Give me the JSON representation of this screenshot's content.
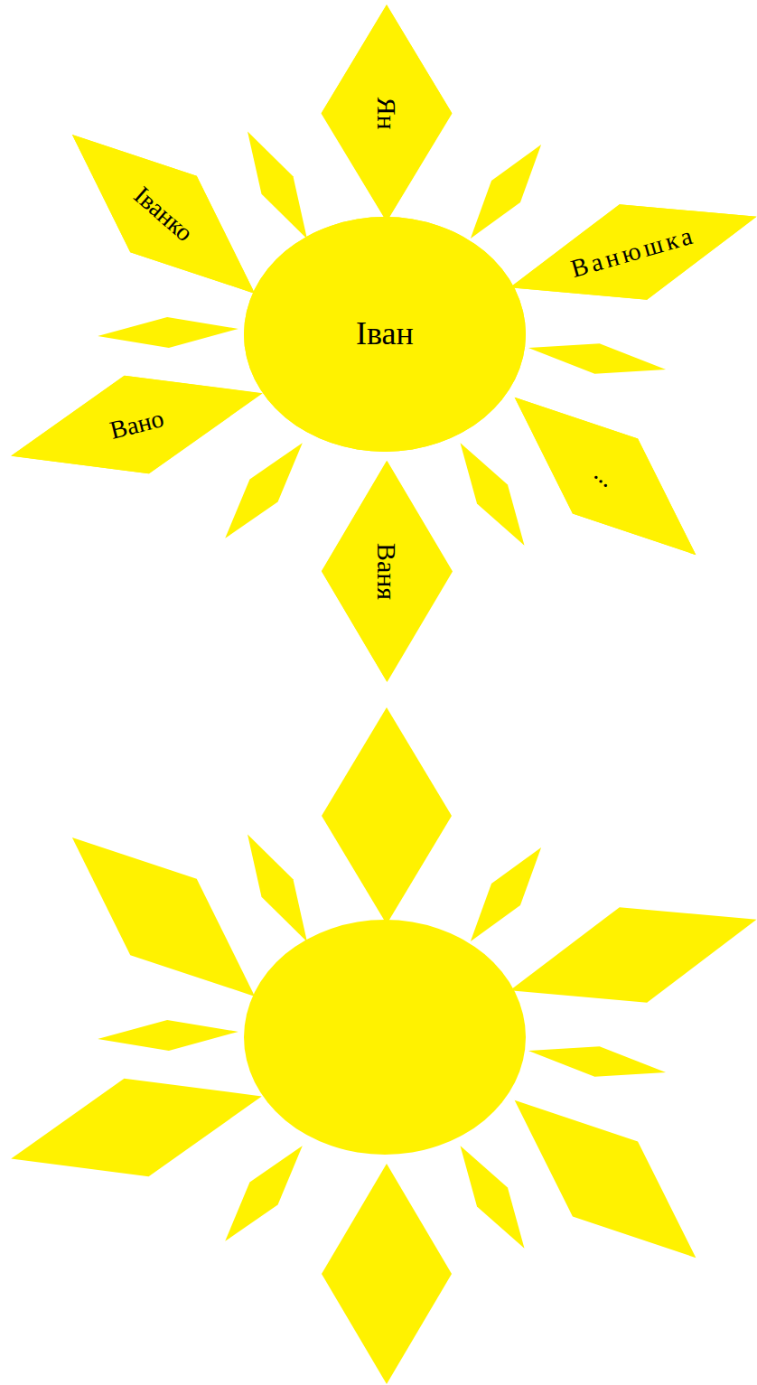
{
  "diagram": {
    "nodes": [
      {
        "text": [
          "Іван"
        ]
      },
      {
        "text": [
          "Ян"
        ]
      },
      {
        "text": [
          "Іванко"
        ]
      },
      {
        "text": [
          "Ванюшка"
        ]
      },
      {
        "text": [
          "Вано"
        ]
      },
      {
        "text": [
          "Ваня"
        ]
      },
      {
        "text": [
          "..."
        ]
      }
    ]
  }
}
